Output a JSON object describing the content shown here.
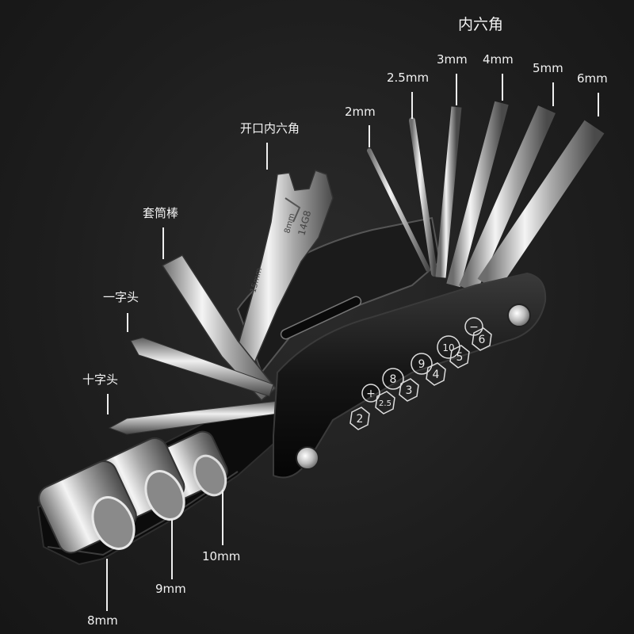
{
  "labels": {
    "hex_group": "内六角",
    "hex_2": "2mm",
    "hex_2_5": "2.5mm",
    "hex_3": "3mm",
    "hex_4": "4mm",
    "hex_5": "5mm",
    "hex_6": "6mm",
    "open_wrench": "开口内六角",
    "socket_bar": "套筒棒",
    "flat_head": "一字头",
    "phillips_head": "十字头",
    "socket_10": "10mm",
    "socket_9": "9mm",
    "socket_8": "8mm"
  },
  "handle_marks": {
    "top_row": [
      "+",
      "8",
      "9",
      "10",
      "−"
    ],
    "bottom_row": [
      "2",
      "2.5",
      "3",
      "4",
      "5",
      "6"
    ]
  },
  "wrench_stamp": {
    "line1": "8mm",
    "line2": "14G8",
    "line3": "15mm"
  }
}
